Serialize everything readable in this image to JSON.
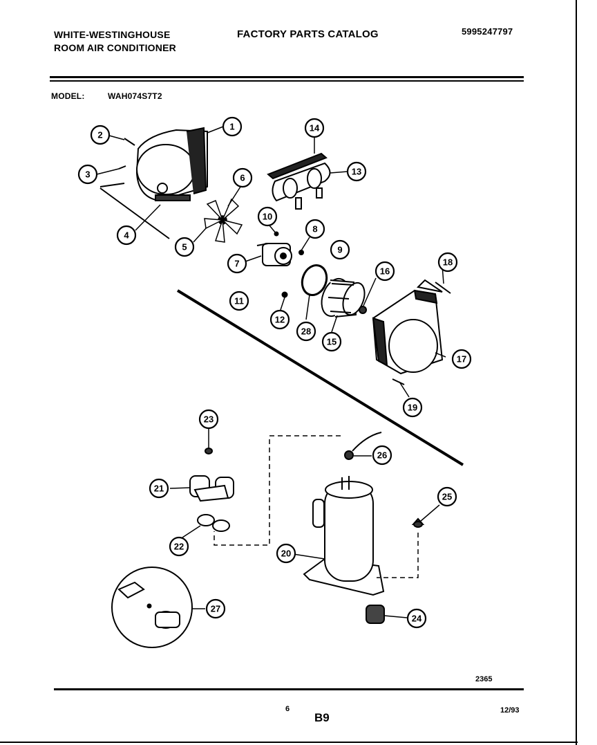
{
  "header": {
    "brand_line1": "WHITE-WESTINGHOUSE",
    "brand_line2": "ROOM AIR CONDITIONER",
    "catalog_title": "FACTORY PARTS CATALOG",
    "part_number": "5995247797"
  },
  "model": {
    "label": "MODEL:",
    "value": "WAH074S7T2"
  },
  "callouts": [
    "1",
    "2",
    "3",
    "4",
    "5",
    "6",
    "7",
    "8",
    "9",
    "10",
    "11",
    "12",
    "13",
    "14",
    "15",
    "16",
    "17",
    "18",
    "19",
    "20",
    "21",
    "22",
    "23",
    "24",
    "25",
    "26",
    "27",
    "28"
  ],
  "footer": {
    "drawing_number": "2365",
    "page_number": "6",
    "section_code": "B9",
    "revision_date": "12/93"
  }
}
